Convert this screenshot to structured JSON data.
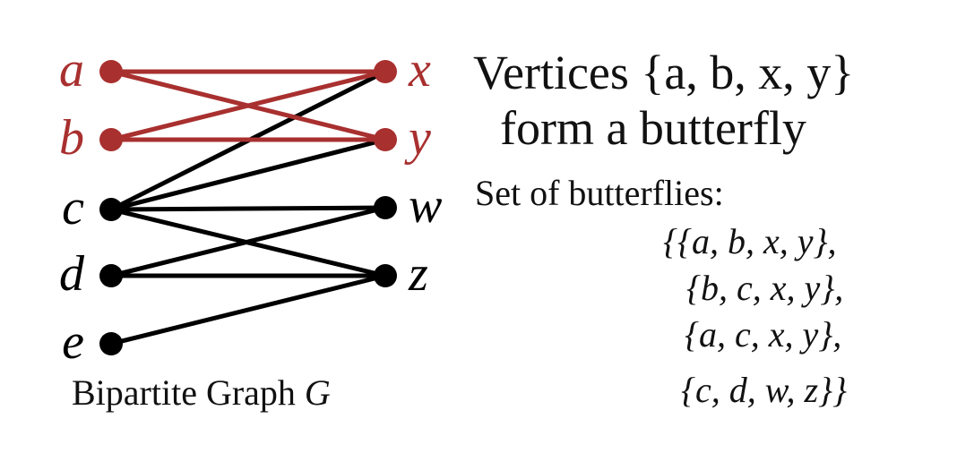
{
  "colors": {
    "highlight": "#a8302f",
    "default": "#000000",
    "text": "#111111"
  },
  "graph": {
    "caption_text": "Bipartite Graph",
    "caption_var": "G",
    "left_vertices": [
      {
        "id": "a",
        "label": "a",
        "highlight": true
      },
      {
        "id": "b",
        "label": "b",
        "highlight": true
      },
      {
        "id": "c",
        "label": "c",
        "highlight": false
      },
      {
        "id": "d",
        "label": "d",
        "highlight": false
      },
      {
        "id": "e",
        "label": "e",
        "highlight": false
      }
    ],
    "right_vertices": [
      {
        "id": "x",
        "label": "x",
        "highlight": true
      },
      {
        "id": "y",
        "label": "y",
        "highlight": true
      },
      {
        "id": "w",
        "label": "w",
        "highlight": false
      },
      {
        "id": "z",
        "label": "z",
        "highlight": false
      }
    ],
    "edges": [
      {
        "from": "a",
        "to": "x",
        "highlight": true
      },
      {
        "from": "a",
        "to": "y",
        "highlight": true
      },
      {
        "from": "b",
        "to": "x",
        "highlight": true
      },
      {
        "from": "b",
        "to": "y",
        "highlight": true
      },
      {
        "from": "c",
        "to": "x",
        "highlight": false
      },
      {
        "from": "c",
        "to": "y",
        "highlight": false
      },
      {
        "from": "c",
        "to": "w",
        "highlight": false
      },
      {
        "from": "c",
        "to": "z",
        "highlight": false
      },
      {
        "from": "d",
        "to": "w",
        "highlight": false
      },
      {
        "from": "d",
        "to": "z",
        "highlight": false
      },
      {
        "from": "e",
        "to": "z",
        "highlight": false
      }
    ]
  },
  "text": {
    "title_line1": "Vertices {a, b, x, y}",
    "title_line2": "form a butterfly",
    "set_label": "Set of butterflies:",
    "set_rows": [
      "{{a, b, x, y},",
      "{b, c, x, y},",
      "{a, c, x, y},",
      "{c, d, w, z}}"
    ]
  }
}
